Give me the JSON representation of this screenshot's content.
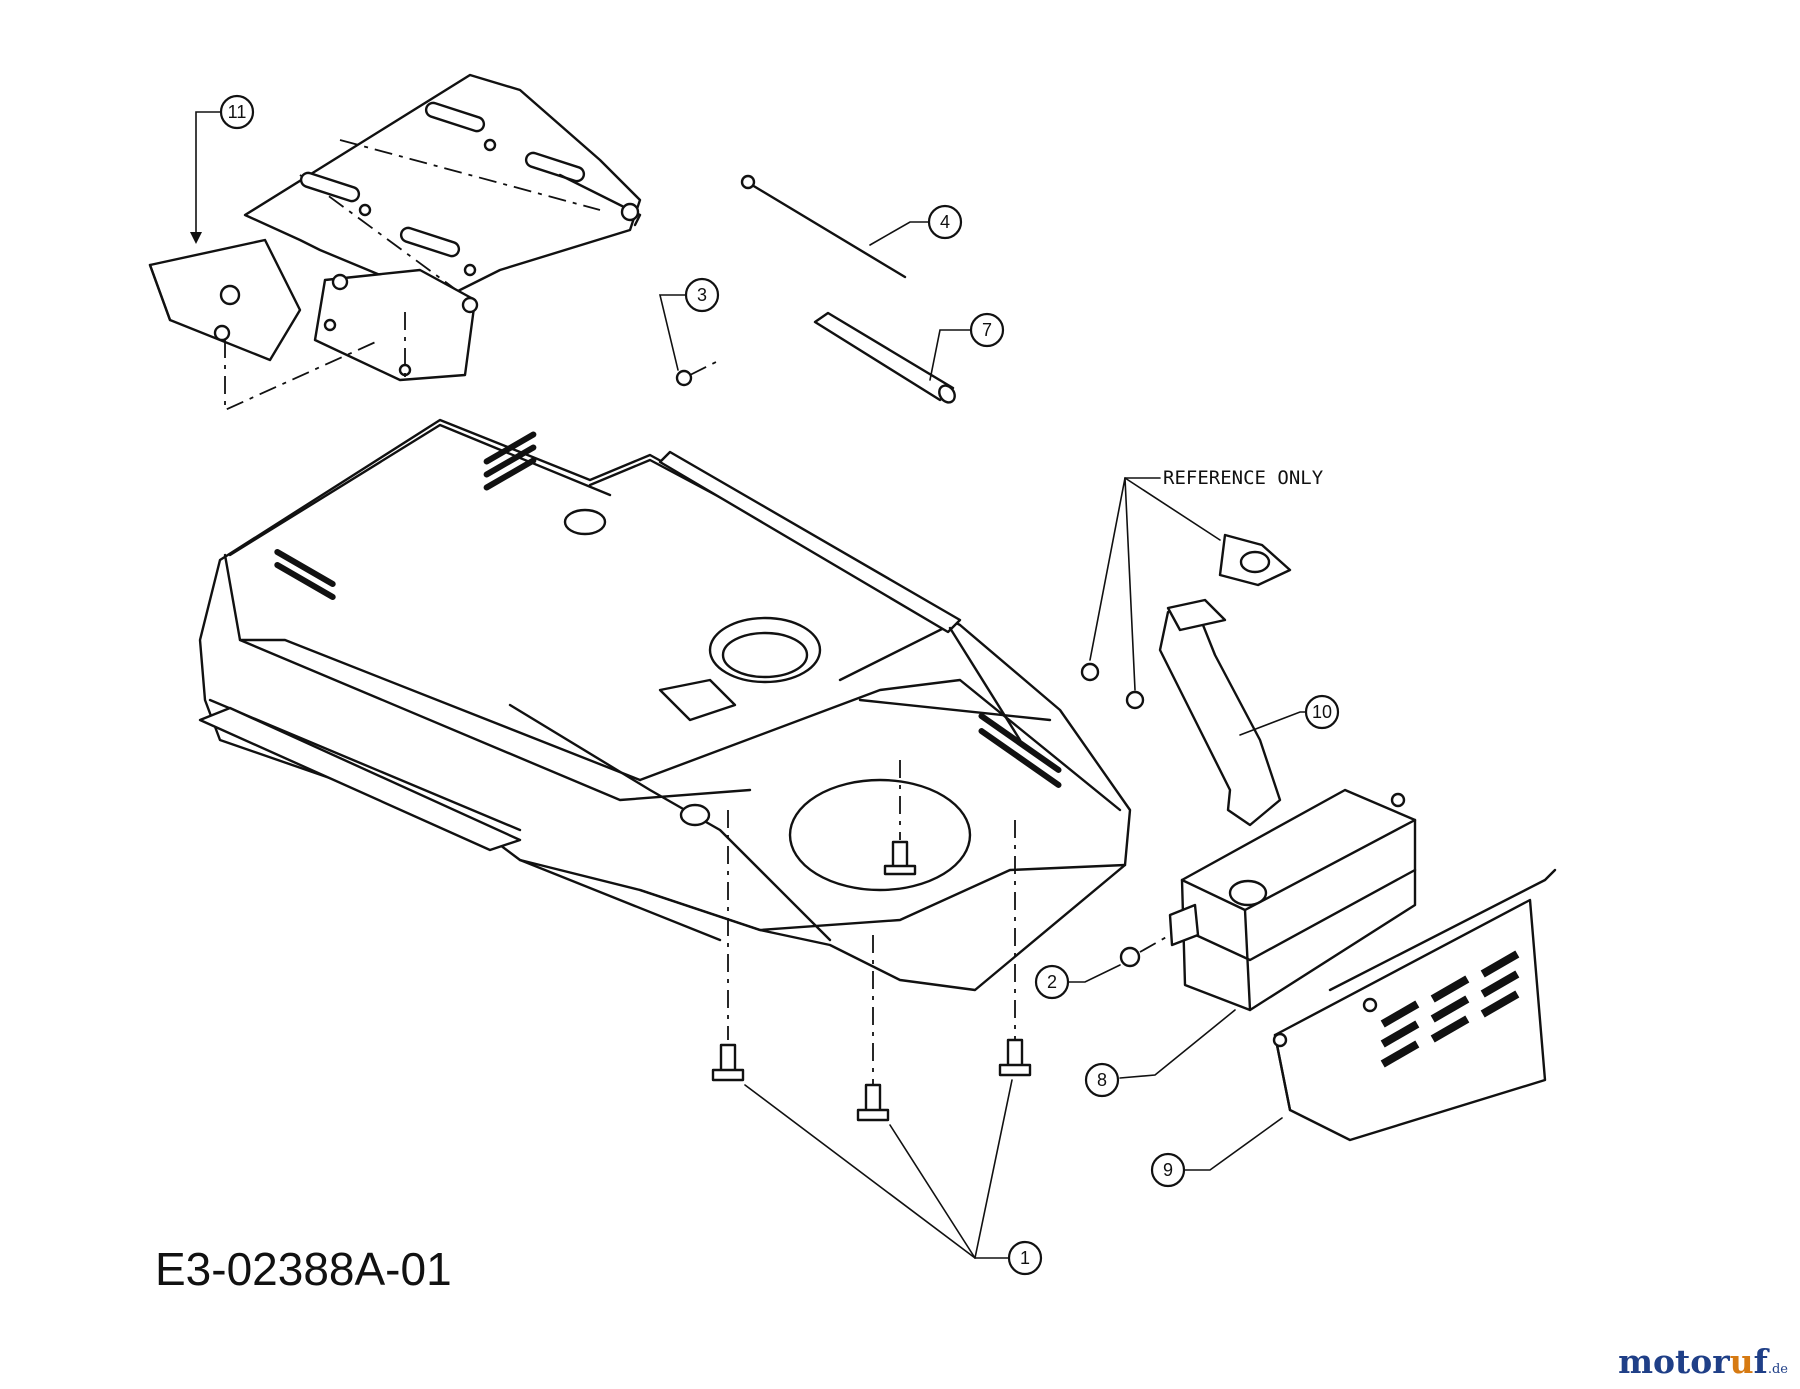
{
  "drawing_code": "E3-02388A-01",
  "reference_label": "REFERENCE ONLY",
  "callouts": [
    {
      "label": "1"
    },
    {
      "label": "2"
    },
    {
      "label": "3"
    },
    {
      "label": "4"
    },
    {
      "label": "7"
    },
    {
      "label": "8"
    },
    {
      "label": "9"
    },
    {
      "label": "10"
    },
    {
      "label": "11"
    }
  ],
  "watermark": {
    "main": "motor",
    "mid": "u",
    "end": "f",
    "tld": ".de"
  },
  "colors": {
    "line": "#111111",
    "watermark_blue": "#1f3f87",
    "watermark_orange": "#d67a12"
  }
}
